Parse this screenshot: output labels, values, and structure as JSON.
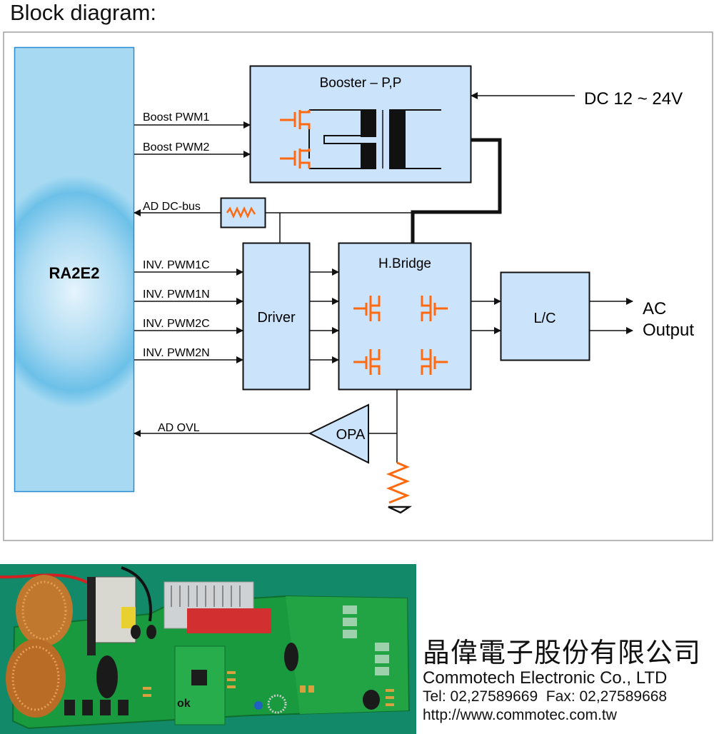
{
  "page": {
    "title": "Block diagram:"
  },
  "diagram": {
    "mcu": {
      "label": "RA2E2"
    },
    "booster": {
      "label": "Booster – P,P"
    },
    "power_input": {
      "label": "DC 12 ~ 24V"
    },
    "boost_signals": [
      "Boost PWM1",
      "Boost PWM2"
    ],
    "dc_bus_sense": {
      "label": "AD DC-bus",
      "icon": "resistor-icon"
    },
    "inverter_signals": [
      "INV. PWM1C",
      "INV. PWM1N",
      "INV. PWM2C",
      "INV. PWM2N"
    ],
    "driver": {
      "label": "Driver"
    },
    "h_bridge": {
      "label": "H.Bridge"
    },
    "filter": {
      "label": "L/C"
    },
    "output": {
      "line1": "AC",
      "line2": "Output"
    },
    "overload": {
      "label": "AD OVL",
      "amp_label": "OPA",
      "shunt_icon": "resistor-icon",
      "ground_icon": "ground-icon"
    },
    "colors": {
      "block_fill": "#cce4fb",
      "mcu_edge": "#6cc0e8",
      "mcu_center": "#e6f4fc",
      "component_orange": "#ff6a10",
      "line": "#111111"
    }
  },
  "photo": {
    "alt": "Assembled inverter PCB with two toroidal inductors, transformer, heatsink and controller daughterboard",
    "marking": "ok"
  },
  "company": {
    "name_zh": "晶偉電子股份有限公司",
    "name_en": "Commotech Electronic Co., LTD",
    "contact": "Tel: 02,27589669  Fax: 02,27589668",
    "website": "http://www.commotec.com.tw"
  }
}
